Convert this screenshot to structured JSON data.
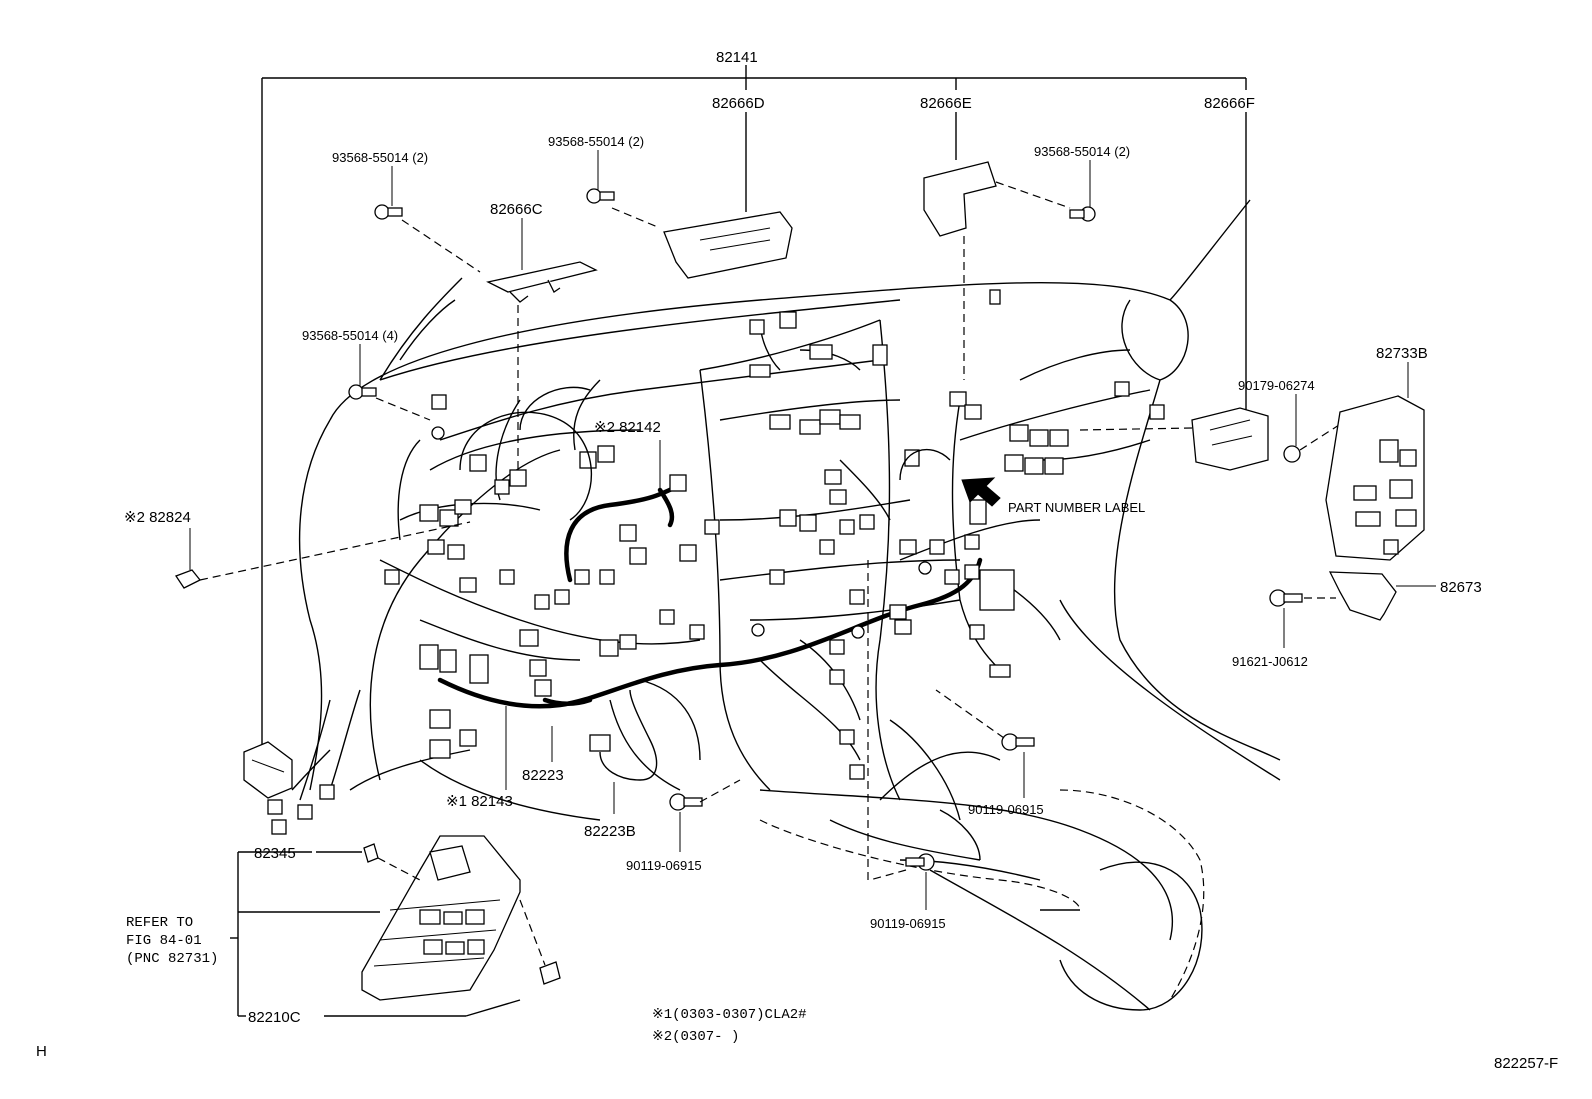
{
  "labels": {
    "p82141": "82141",
    "p82666D": "82666D",
    "p82666E": "82666E",
    "p82666F": "82666F",
    "p82666C": "82666C",
    "bolt_tl": "93568-55014 (2)",
    "bolt_tc": "93568-55014 (2)",
    "bolt_tr": "93568-55014 (2)",
    "bolt_l4": "93568-55014 (4)",
    "p82142": "※2 82142",
    "p82824": "※2 82824",
    "p82733B": "82733B",
    "p90179": "90179-06274",
    "part_label": "PART NUMBER LABEL",
    "p82673": "82673",
    "p91621": "91621-J0612",
    "p82223": "82223",
    "p82143": "※1 82143",
    "p82223B": "82223B",
    "p90119_a": "90119-06915",
    "p90119_b": "90119-06915",
    "p90119_c": "90119-06915",
    "p82345": "82345",
    "refer1": "REFER TO",
    "refer2": "FIG 84-01",
    "refer3": "(PNC 82731)",
    "p82210C": "82210C",
    "note1": "※1(0303-0307)CLA2#",
    "note2": "※2(0307-     )",
    "corner_h": "H",
    "fig_id": "822257-F"
  }
}
